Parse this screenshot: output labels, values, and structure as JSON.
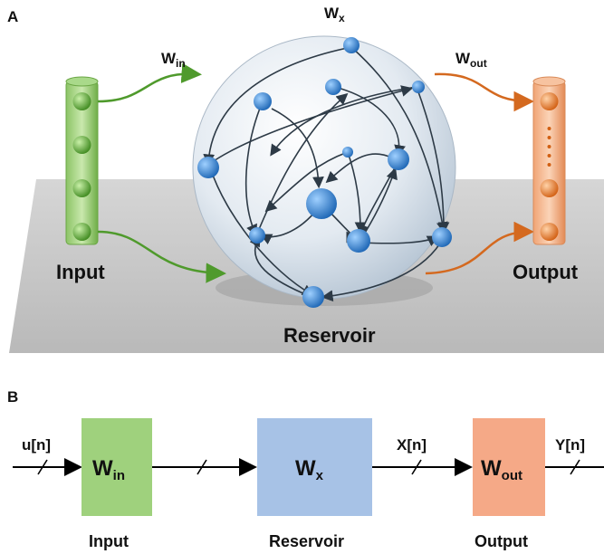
{
  "panel_a": {
    "label": "A",
    "input_label": "Input",
    "output_label": "Output",
    "reservoir_label": "Reservoir",
    "w_in": {
      "main": "W",
      "sub": "in"
    },
    "w_x": {
      "main": "W",
      "sub": "x"
    },
    "w_out": {
      "main": "W",
      "sub": "out"
    }
  },
  "panel_b": {
    "label": "B",
    "signal_in": "u[n]",
    "signal_state": "X[n]",
    "signal_out": "Y[n]",
    "box_input": {
      "main": "W",
      "sub": "in",
      "caption": "Input"
    },
    "box_reservoir": {
      "main": "W",
      "sub": "x",
      "caption": "Reservoir"
    },
    "box_output": {
      "main": "W",
      "sub": "out",
      "caption": "Output"
    }
  },
  "colors": {
    "input": "#7cc35a",
    "reservoir": "#8fb0d9",
    "output": "#f2a37e",
    "node": "#3a8fd6",
    "input_arrow": "#4f9a2c",
    "output_arrow": "#d4691f"
  }
}
